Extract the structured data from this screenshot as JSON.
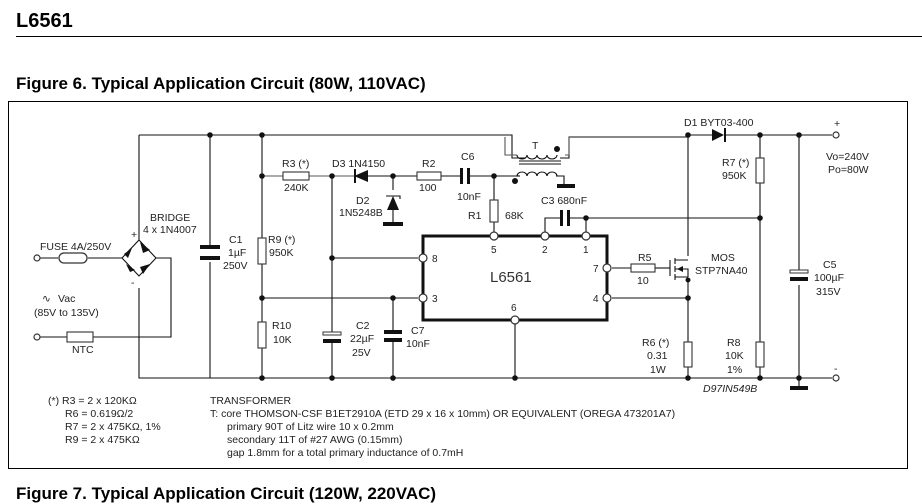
{
  "header": {
    "title": "L6561"
  },
  "figure": {
    "title": "Figure 6. Typical Application Circuit (80W, 110VAC)",
    "ic": {
      "name": "L6561",
      "pins": {
        "p1": "1",
        "p2": "2",
        "p3": "3",
        "p4": "4",
        "p5": "5",
        "p6": "6",
        "p7": "7",
        "p8": "8"
      }
    },
    "components": {
      "fuse": "FUSE 4A/250V",
      "bridge": {
        "name": "BRIDGE",
        "value": "4 x 1N4007",
        "plus": "+",
        "minus": "-"
      },
      "vac": {
        "symbol": "∿",
        "label": "Vac",
        "range": "(85V to 135V)"
      },
      "ntc": "NTC",
      "c1": {
        "name": "C1",
        "value": "1µF",
        "voltage": "250V"
      },
      "r3": {
        "name": "R3 (*)",
        "value": "240K"
      },
      "r9": {
        "name": "R9 (*)",
        "value": "950K"
      },
      "r10": {
        "name": "R10",
        "value": "10K"
      },
      "d3": {
        "name": "D3 1N4150"
      },
      "d2": {
        "name": "D2",
        "value": "1N5248B"
      },
      "r2": {
        "name": "R2",
        "value": "100"
      },
      "c6": {
        "name": "C6",
        "value": "10nF"
      },
      "r1": {
        "name": "R1",
        "value": "68K"
      },
      "transformer": {
        "name": "T"
      },
      "c3": {
        "name": "C3 680nF"
      },
      "c2": {
        "name": "C2",
        "value": "22µF",
        "voltage": "25V"
      },
      "c7": {
        "name": "C7",
        "value": "10nF"
      },
      "d1": {
        "name": "D1 BYT03-400"
      },
      "r7": {
        "name": "R7 (*)",
        "value": "950K"
      },
      "r5": {
        "name": "R5",
        "value": "10"
      },
      "mos": {
        "name": "MOS",
        "value": "STP7NA40"
      },
      "r6": {
        "name": "R6 (*)",
        "value": "0.31",
        "power": "1W"
      },
      "r8": {
        "name": "R8",
        "value": "10K",
        "tolerance": "1%"
      },
      "c5": {
        "name": "C5",
        "value": "100µF",
        "voltage": "315V"
      }
    },
    "output": {
      "plus": "+",
      "minus": "-",
      "vo": "Vo=240V",
      "po": "Po=80W"
    },
    "drawing_code": "D97IN549B",
    "notes": {
      "resistors": [
        "(*) R3 = 2 x 120KΩ",
        "R6 = 0.619Ω/2",
        "R7 = 2 x 475KΩ, 1%",
        "R9 = 2 x 475KΩ"
      ],
      "transformer": [
        "TRANSFORMER",
        "T:  core THOMSON-CSF B1ET2910A (ETD 29 x 16 x 10mm) OR EQUIVALENT (OREGA 473201A7)",
        "primary 90T of Litz wire 10 x 0.2mm",
        "secondary 11T of #27 AWG (0.15mm)",
        "gap 1.8mm for a total primary inductance of 0.7mH"
      ]
    }
  },
  "next_figure": {
    "title": "Figure 7. Typical Application Circuit (120W, 220VAC)"
  }
}
